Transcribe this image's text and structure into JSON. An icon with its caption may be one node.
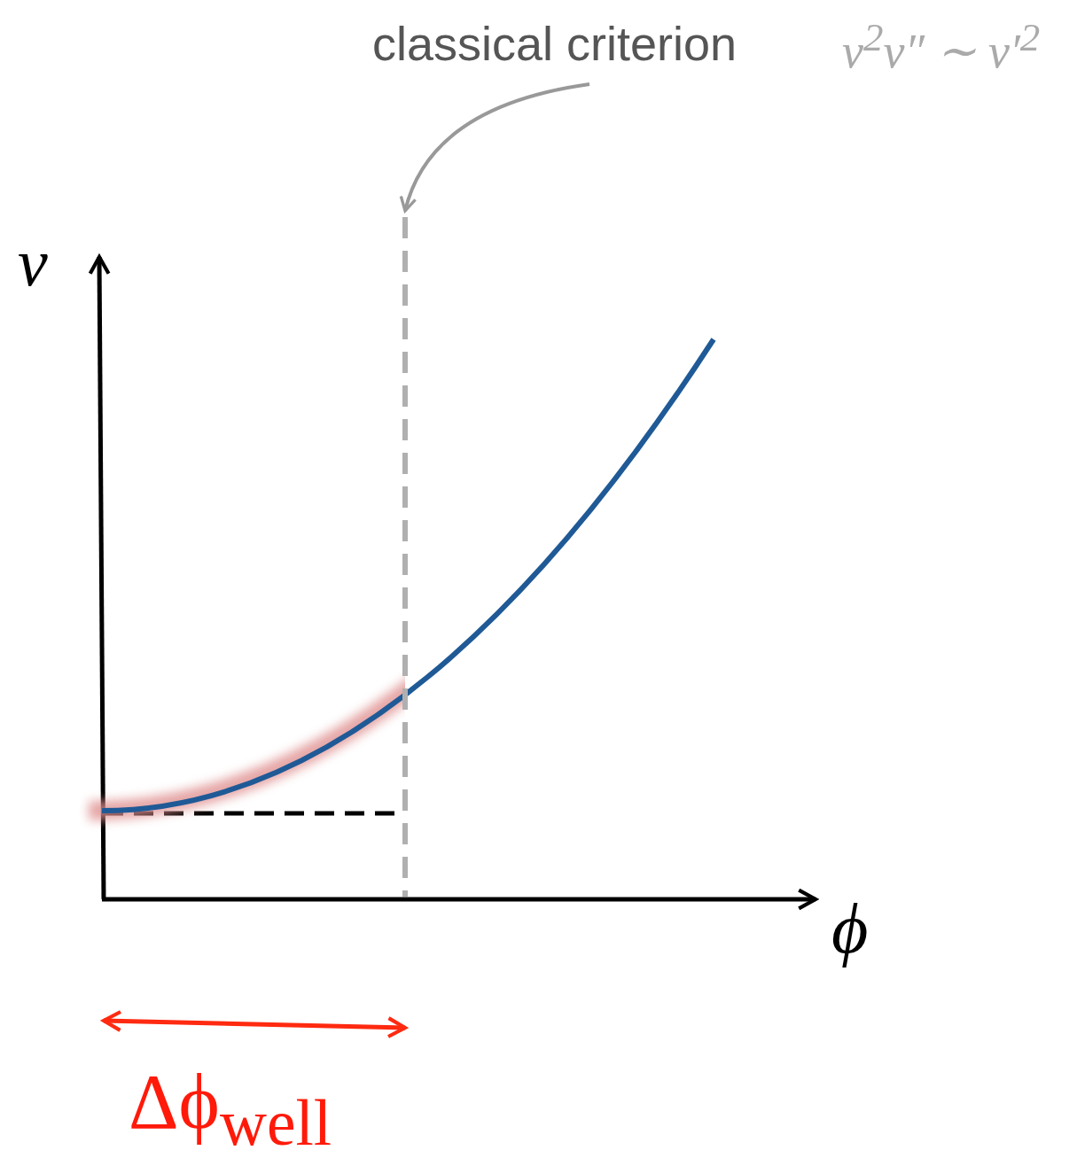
{
  "diagram": {
    "nodes": [
      {
        "text": [
          "classical criterion"
        ]
      },
      {
        "text": [],
        "shape": "line"
      }
    ],
    "edges": [
      {
        "from": 0,
        "to": 1,
        "arrow": "to"
      }
    ],
    "labels": [
      "v$^{2}$v″ ∼ v′$^{2}$",
      "v",
      "ϕ",
      "Δϕ$_{well}$"
    ]
  }
}
